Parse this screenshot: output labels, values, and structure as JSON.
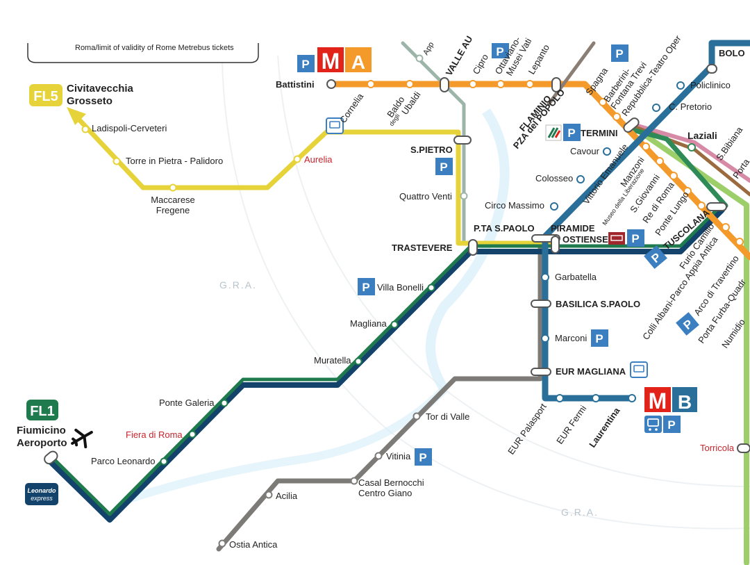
{
  "colors": {
    "fl1_green": "#1f7a4d",
    "fl1_blue": "#13436b",
    "fl5_yellow": "#e6d33a",
    "metro_a_orange": "#f39a2b",
    "metro_b_blue": "#2a6f9a",
    "roma_lido_gray": "#7d7b78",
    "fl3_gray": "#8ea8a0",
    "parking_blue": "#3b7fc0",
    "metro_red": "#e2231a",
    "interest_red": "#c8242b"
  },
  "top_note": "Roma/limit of validity of Rome Metrebus tickets",
  "lines": {
    "fl5": {
      "badge": "FL5",
      "dest1": "Civitavecchia",
      "dest2": "Grosseto"
    },
    "fl1": {
      "badge": "FL1",
      "dest1": "Fiumicino",
      "dest2": "Aeroporto",
      "express": [
        "Leonardo",
        "express"
      ]
    },
    "metro_a": {
      "m": "M",
      "letter": "A"
    },
    "metro_b": {
      "m": "M",
      "letter": "B"
    }
  },
  "parking_letter": "P",
  "gra_label": "G.R.A.",
  "stations": {
    "fl5": [
      "Ladispoli-Cerveteri",
      "Torre in Pietra - Palidoro",
      "Maccarese",
      "Fregene",
      "Aurelia",
      "S.PIETRO",
      "Quattro Venti",
      "TRASTEVERE"
    ],
    "fl1": [
      "Parco Leonardo",
      "Fiera di Roma",
      "Ponte Galeria",
      "Muratella",
      "Magliana",
      "Villa Bonelli"
    ],
    "metro_a": [
      "Battistini",
      "Cornelia",
      "Baldo",
      "degli",
      "Ubaldi",
      "VALLE AU",
      "Cipro",
      "Ottaviano-",
      "Musei Vati",
      "Lepanto",
      "FLAMINIO",
      "PZA del POPOLO",
      "Spagna",
      "Barberini-",
      "Fontana Trevi",
      "Repubblica-Teatro Oper"
    ],
    "metro_b": [
      "Policlinico",
      "C. Pretorio",
      "TERMINI",
      "Cavour",
      "Colosseo",
      "Circo Massimo",
      "PIRAMIDE",
      "OSTIENSE",
      "Garbatella",
      "BASILICA S.PAOLO",
      "Marconi",
      "EUR MAGLIANA",
      "EUR Palasport",
      "EUR Fermi",
      "Laurentina",
      "BOLO"
    ],
    "roma_lido": [
      "Tor di Valle",
      "Vitinia",
      "Casal Bernocchi",
      "Centro Giano",
      "Acilia",
      "Ostia Antica"
    ],
    "fl_east": [
      "Laziali",
      "S.Bibiana",
      "Porta",
      "Vittorio Emanuele",
      "Manzoni",
      "Museo della Liberazione",
      "S.Giovanni",
      "Re di Roma",
      "Ponte Lungo",
      "TUSCOLANA",
      "Furio Camillo",
      "Colli Albani-Parco Appia Antica",
      "Arco di Travertino",
      "Porta Furba-Quadr",
      "Numidio",
      "Torricola"
    ],
    "other": [
      "P.TA S.PAOLO",
      "App"
    ]
  }
}
